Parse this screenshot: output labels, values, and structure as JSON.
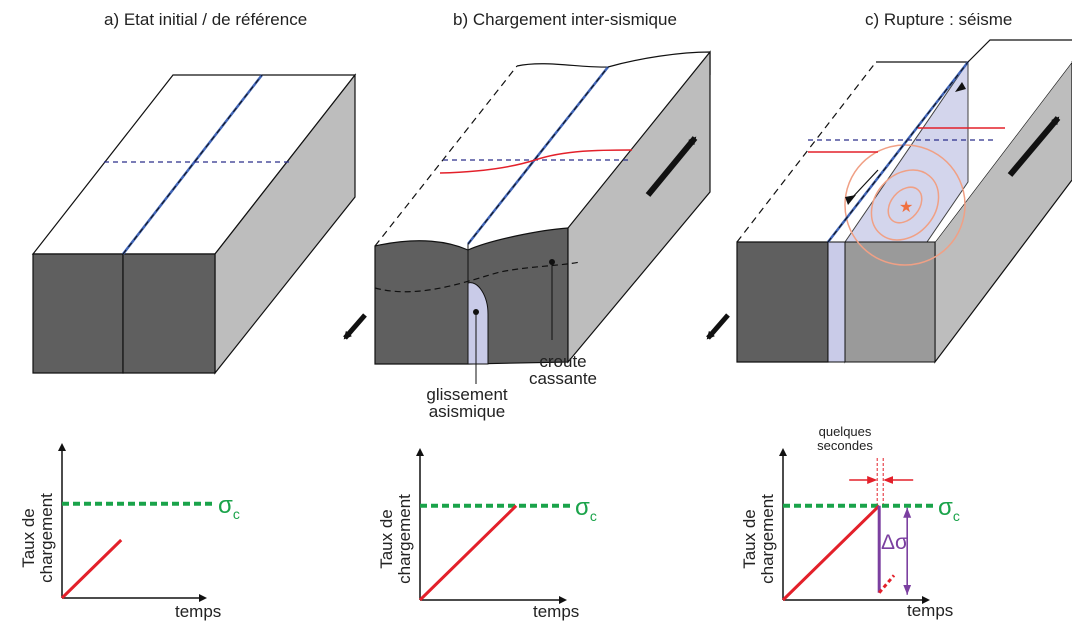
{
  "panels": {
    "a": {
      "title": "a) Etat initial / de référence"
    },
    "b": {
      "title": "b) Chargement inter-sismique",
      "label_glissement": [
        "glissement",
        "asismique"
      ],
      "label_croute": [
        "croute",
        "cassante"
      ]
    },
    "c": {
      "title": "c) Rupture : séisme"
    }
  },
  "graphs": {
    "y_label": [
      "Taux de",
      "chargement"
    ],
    "x_label": "temps",
    "threshold_symbol": "σ",
    "threshold_subscript": "c",
    "c_timing_label": [
      "quelques",
      "secondes"
    ],
    "c_stress_drop": "Δσ"
  },
  "colors": {
    "block_top": "#ffffff",
    "block_front": "#5f5f5f",
    "block_side": "#bdbdbd",
    "fault_plane": "#c9cbe8",
    "fault_line": "#3f63b5",
    "loading_line": "#e3202a",
    "threshold_line": "#1aa34a",
    "stress_drop": "#7b3fa0",
    "rupture_rings": "#f0a085"
  },
  "chart_data": [
    {
      "type": "line",
      "panel": "a",
      "series": [
        {
          "x": [
            0,
            0.32
          ],
          "y": [
            0,
            0.4
          ]
        }
      ],
      "threshold": 0.65,
      "xlabel": "temps",
      "ylabel": "Taux de chargement"
    },
    {
      "type": "line",
      "panel": "b",
      "series": [
        {
          "x": [
            0,
            0.52
          ],
          "y": [
            0,
            0.65
          ]
        }
      ],
      "threshold": 0.65,
      "xlabel": "temps",
      "ylabel": "Taux de chargement"
    },
    {
      "type": "line",
      "panel": "c",
      "series": [
        {
          "x": [
            0,
            0.52,
            0.52,
            0.6
          ],
          "y": [
            0,
            0.65,
            0.05,
            0.17
          ]
        }
      ],
      "threshold": 0.65,
      "xlabel": "temps",
      "ylabel": "Taux de chargement"
    }
  ]
}
